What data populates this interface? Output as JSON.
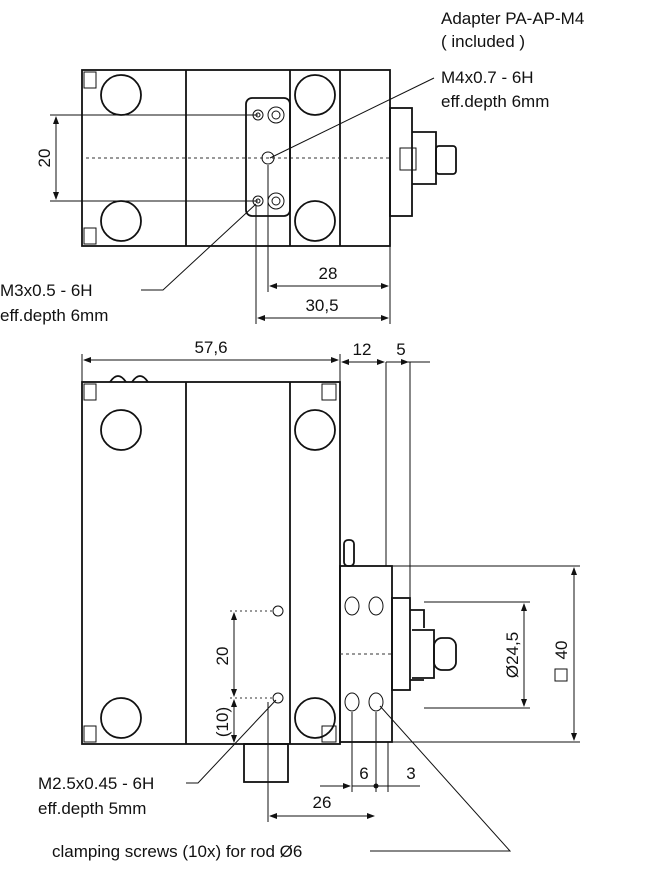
{
  "labels": {
    "adapter_name": "Adapter PA-AP-M4",
    "adapter_note": "( included )",
    "m4_thread": "M4x0.7 - 6H",
    "m4_depth": "eff.depth 6mm",
    "m3_thread": "M3x0.5 - 6H",
    "m3_depth": "eff.depth 6mm",
    "m25_thread": "M2.5x0.45 - 6H",
    "m25_depth": "eff.depth 5mm",
    "clamping": "clamping screws (10x) for rod Ø6"
  },
  "dimensions": {
    "top_20": "20",
    "top_28": "28",
    "top_30_5": "30,5",
    "side_57_6": "57,6",
    "side_12": "12",
    "side_5": "5",
    "side_20": "20",
    "side_10": "(10)",
    "dia_24_5": "Ø24,5",
    "sq_40": "40",
    "side_6": "6",
    "side_3": "3",
    "side_26": "26"
  },
  "colors": {
    "line": "#111111",
    "background": "#ffffff"
  }
}
